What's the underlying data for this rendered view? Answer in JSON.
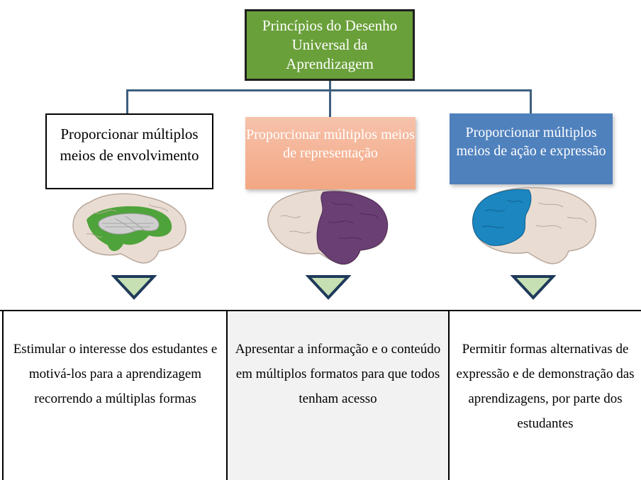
{
  "title": "Princípios do Desenho Universal da Aprendizagem",
  "principles": [
    {
      "label": "Proporcionar múltiplos meios de envolvimento",
      "color": "#ffffff",
      "brain_region": "green-limbic"
    },
    {
      "label": "Proporcionar múltiplos meios de representação",
      "color": "#f3a783",
      "brain_region": "purple-posterior"
    },
    {
      "label": "Proporcionar múltiplos meios de ação e expressão",
      "color": "#4f81bd",
      "brain_region": "blue-frontal"
    }
  ],
  "descriptions": [
    "Estimular o interesse dos estudantes e motivá-los para a aprendizagem recorrendo a múltiplas formas",
    "Apresentar a informação e o conteúdo em múltiplos formatos para que todos tenham acesso",
    "Permitir formas alternativas de expressão e de demonstração das aprendizagens, por parte dos estudantes"
  ],
  "colors": {
    "title_box": "#6aa03a",
    "connector": "#3e5f7f",
    "arrow_fill": "#c6e0b4",
    "arrow_stroke": "#1f3a5a",
    "brain_base": "#e9dcd2",
    "brain_green": "#4fa33b",
    "brain_purple": "#6a3f74",
    "brain_blue": "#1b86c0"
  }
}
